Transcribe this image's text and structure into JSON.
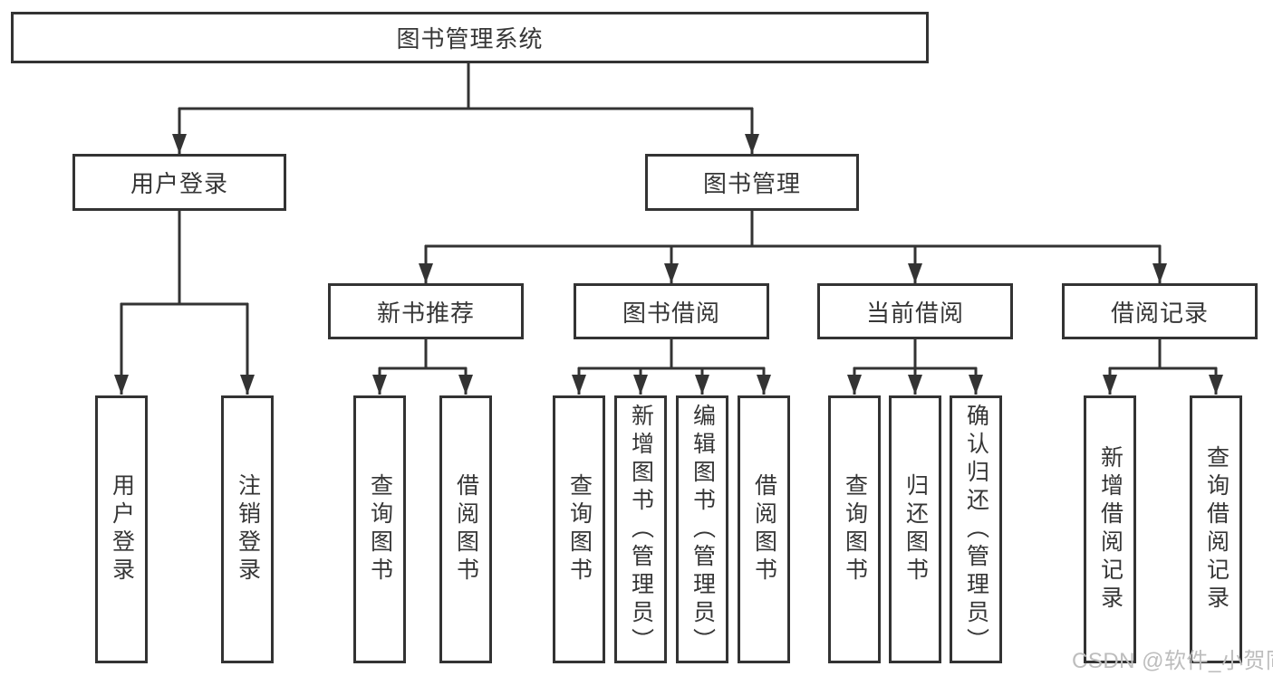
{
  "tree": {
    "root": {
      "label": "图书管理系统"
    },
    "branches": [
      {
        "label": "用户登录",
        "leaves": [
          {
            "label": "用户登录"
          },
          {
            "label": "注销登录"
          }
        ]
      },
      {
        "label": "图书管理",
        "groups": [
          {
            "label": "新书推荐",
            "leaves": [
              {
                "label": "查询图书"
              },
              {
                "label": "借阅图书"
              }
            ]
          },
          {
            "label": "图书借阅",
            "leaves": [
              {
                "label": "查询图书"
              },
              {
                "label": "新增图书（管理员）"
              },
              {
                "label": "编辑图书（管理员）"
              },
              {
                "label": "借阅图书"
              }
            ]
          },
          {
            "label": "当前借阅",
            "leaves": [
              {
                "label": "查询图书"
              },
              {
                "label": "归还图书"
              },
              {
                "label": "确认归还（管理员）"
              }
            ]
          },
          {
            "label": "借阅记录",
            "leaves": [
              {
                "label": "新增借阅记录"
              },
              {
                "label": "查询借阅记录"
              }
            ]
          }
        ]
      }
    ]
  },
  "watermark": {
    "text": "CSDN @软件_小贺同学"
  },
  "colors": {
    "line": "#333333",
    "text": "#363636",
    "watermark": "#bdbdbd",
    "background": "#ffffff"
  }
}
